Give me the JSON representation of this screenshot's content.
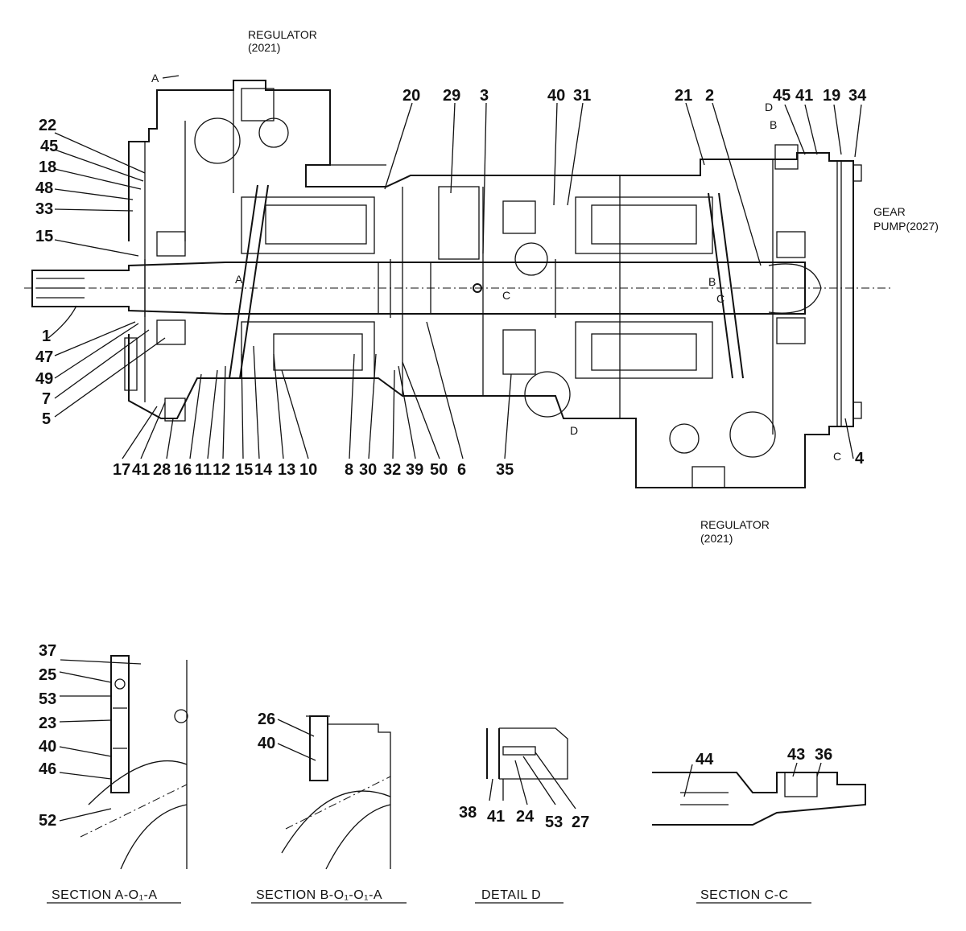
{
  "notes": {
    "regulator_top": [
      "REGULATOR",
      "(2021)"
    ],
    "regulator_bottom": [
      "REGULATOR",
      "(2021)"
    ],
    "gear_pump": [
      "GEAR",
      "PUMP(2027)"
    ]
  },
  "markers": {
    "a_arrow": "A",
    "a_inner": "A",
    "b_arrow": "B",
    "d_top": "D",
    "b_inner": "B",
    "c_inner1": "C",
    "c_inner2": "C",
    "d_circle": "D",
    "c_circle": "C"
  },
  "callouts": {
    "top_row": [
      "20",
      "29",
      "3",
      "40",
      "31",
      "21",
      "2",
      "45",
      "41",
      "19",
      "34"
    ],
    "left_col": [
      "22",
      "45",
      "18",
      "48",
      "33",
      "15",
      "1",
      "47",
      "49",
      "7",
      "5"
    ],
    "bottom_row": [
      "17",
      "41",
      "28",
      "16",
      "11",
      "12",
      "15",
      "14",
      "13",
      "10",
      "8",
      "30",
      "32",
      "39",
      "50",
      "6",
      "35"
    ],
    "right_bottom": "4"
  },
  "sections": {
    "a": {
      "caption": "SECTION A-O₁-A",
      "labels": [
        "37",
        "25",
        "53",
        "23",
        "40",
        "46",
        "52"
      ]
    },
    "b": {
      "caption": "SECTION B-O₁-O₁-A",
      "labels": [
        "26",
        "40"
      ]
    },
    "d": {
      "caption": "DETAIL  D",
      "labels": [
        "38",
        "41",
        "24",
        "53",
        "27"
      ]
    },
    "c": {
      "caption": "SECTION  C-C",
      "labels": [
        "44",
        "43",
        "36"
      ]
    }
  }
}
